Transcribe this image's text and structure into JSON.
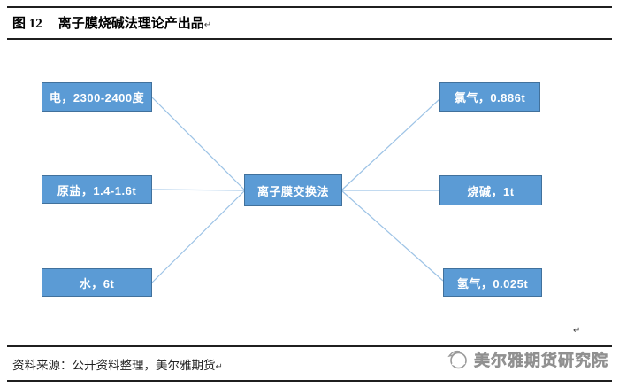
{
  "header": {
    "figure_label": "图 12",
    "figure_title": "离子膜烧碱法理论产出品"
  },
  "marks": {
    "return_mark": "↵"
  },
  "diagram": {
    "center": {
      "label": "离子膜交换法"
    },
    "inputs": [
      {
        "label": "电，2300-2400度"
      },
      {
        "label": "原盐，1.4-1.6t"
      },
      {
        "label": "水，6t"
      }
    ],
    "outputs": [
      {
        "label": "氯气，0.886t"
      },
      {
        "label": "烧碱，1t"
      },
      {
        "label": "氢气，0.025t"
      }
    ],
    "colors": {
      "box_fill": "#5B9BD5",
      "box_border": "#41719C",
      "connector": "#9DC3E6",
      "box_text": "#FFFFFF"
    }
  },
  "footer": {
    "source_label": "资料来源：",
    "source_text": "公开资料整理，美尔雅期货",
    "logo_text": "美尔雅期货研究院"
  }
}
